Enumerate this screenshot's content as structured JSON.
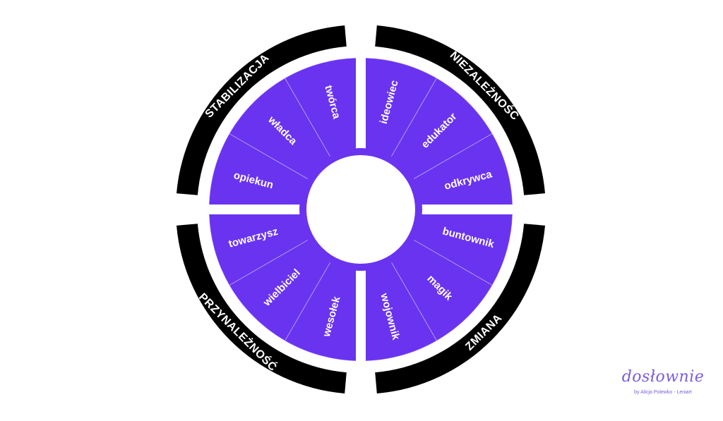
{
  "colors": {
    "segment": "#6a33f0",
    "ring": "#000000",
    "ring_text": "#ffffff",
    "segment_text": "#ffffff",
    "brand": "#7b5ce0"
  },
  "quadrants": [
    {
      "label": "NIEZALEŻNOŚĆ",
      "segments": [
        "ideowiec",
        "edukator",
        "odkrywca"
      ]
    },
    {
      "label": "ZMIANA",
      "segments": [
        "buntownik",
        "magik",
        "wojownik"
      ]
    },
    {
      "label": "PRZYNALEŻNOŚĆ",
      "segments": [
        "wesołek",
        "wielbiciel",
        "towarzysz"
      ]
    },
    {
      "label": "STABILIZACJA",
      "segments": [
        "opiekun",
        "władca",
        "twórca"
      ]
    }
  ],
  "brand": {
    "logo": "dosłownie",
    "subtitle": "by Alicja Polewko - Leniart"
  }
}
